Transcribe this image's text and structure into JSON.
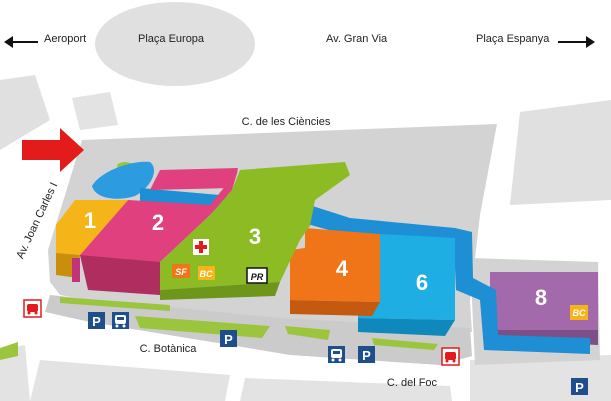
{
  "directions": {
    "left": "Aeroport",
    "center_left": "Plaça Europa",
    "center_right": "Av. Gran Via",
    "right": "Plaça Espanya"
  },
  "streets": {
    "top": "C. de les Ciències",
    "left": "Av. Joan Carles I",
    "bottom_left": "C. Botànica",
    "bottom_right": "C. del Foc"
  },
  "halls": [
    "1",
    "2",
    "3",
    "4",
    "6",
    "8"
  ],
  "badges": {
    "sf": "SF",
    "bc": "BC",
    "pr": "PR",
    "parking": "P"
  },
  "colors": {
    "hall_1": "#f5b417",
    "hall_2": "#e0417e",
    "hall_3": "#8dbb24",
    "hall_4": "#f07519",
    "hall_6": "#1eaee4",
    "hall_8": "#a36aab",
    "walkway": "#1e8fd4",
    "grounds": "#dcdcdc",
    "entrance_arrow": "#e31b1b",
    "parking": "#1f4e8c"
  }
}
